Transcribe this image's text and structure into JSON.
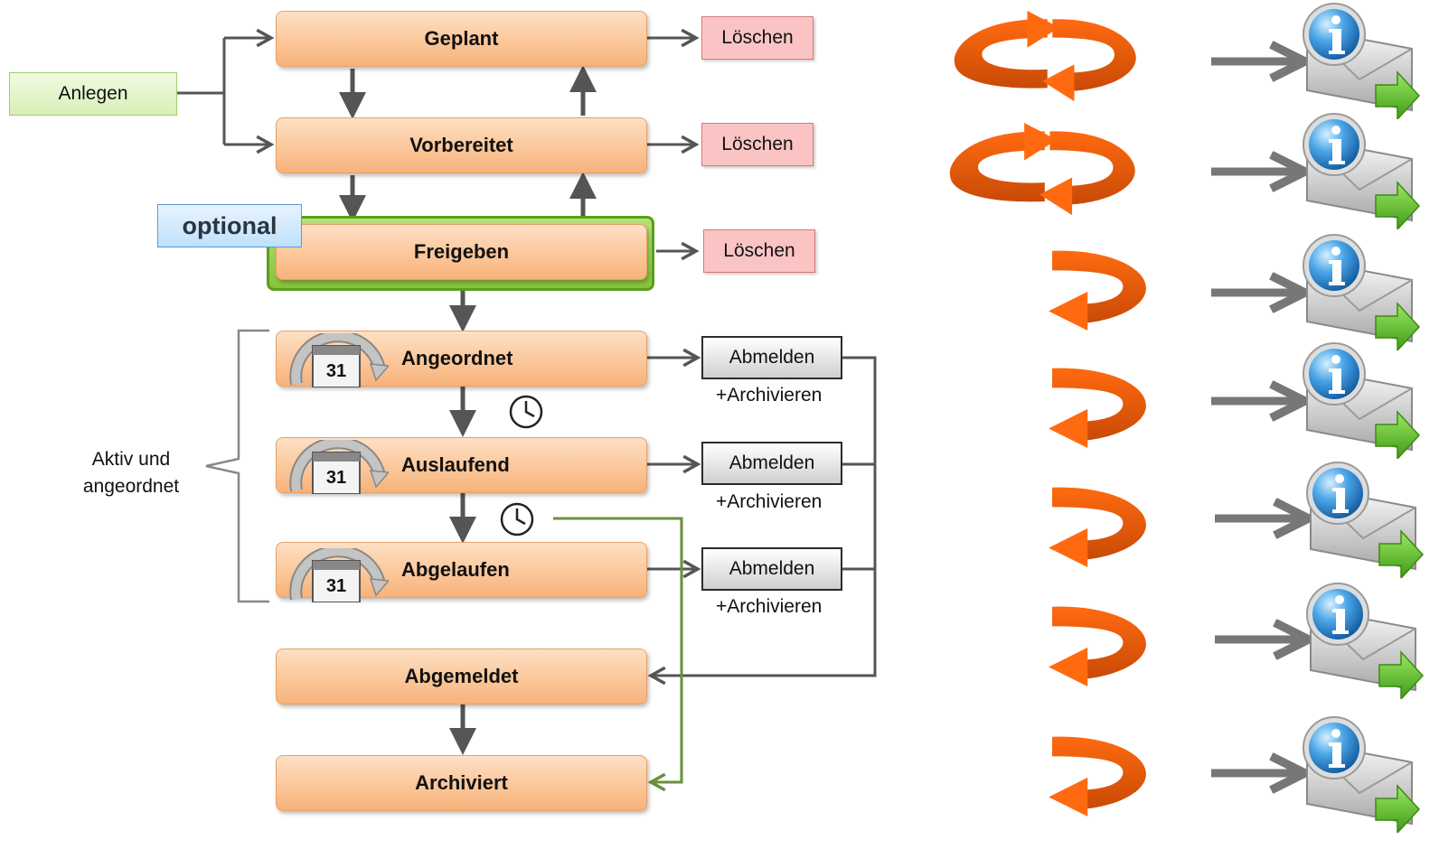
{
  "states": {
    "geplant": "Geplant",
    "vorbereitet": "Vorbereitet",
    "freigeben": "Freigeben",
    "angeordnet": "Angeordnet",
    "auslaufend": "Auslaufend",
    "abgelaufen": "Abgelaufen",
    "abgemeldet": "Abgemeldet",
    "archiviert": "Archiviert"
  },
  "start_label": "Anlegen",
  "delete_label": "Löschen",
  "optional_label": "optional",
  "group_label": [
    "Aktiv und",
    "angeordnet"
  ],
  "deregister_label": "Abmelden",
  "archive_note": "+Archivieren",
  "calendar_day": "31",
  "icons": [
    "calendar-icon",
    "clock-icon",
    "sync-cycle-icon",
    "half-cycle-icon",
    "mail-info-icon"
  ],
  "colors": {
    "state_fill": "#fbc79a",
    "delete_fill": "#fbc4c4",
    "start_fill": "#d8efb7",
    "optional_fill": "#bfe1fa",
    "highlight_frame": "#5a9f1a",
    "cycle_orange": "#f25c0b",
    "expiry_line": "#6a8f3a"
  },
  "notification_rows": [
    {
      "state": "Geplant",
      "cycle": "full"
    },
    {
      "state": "Vorbereitet",
      "cycle": "full"
    },
    {
      "state": "Freigeben",
      "cycle": "half"
    },
    {
      "state": "Angeordnet",
      "cycle": "half"
    },
    {
      "state": "Auslaufend",
      "cycle": "half"
    },
    {
      "state": "Abgelaufen",
      "cycle": "half"
    },
    {
      "state": "Archiviert",
      "cycle": "half"
    }
  ]
}
